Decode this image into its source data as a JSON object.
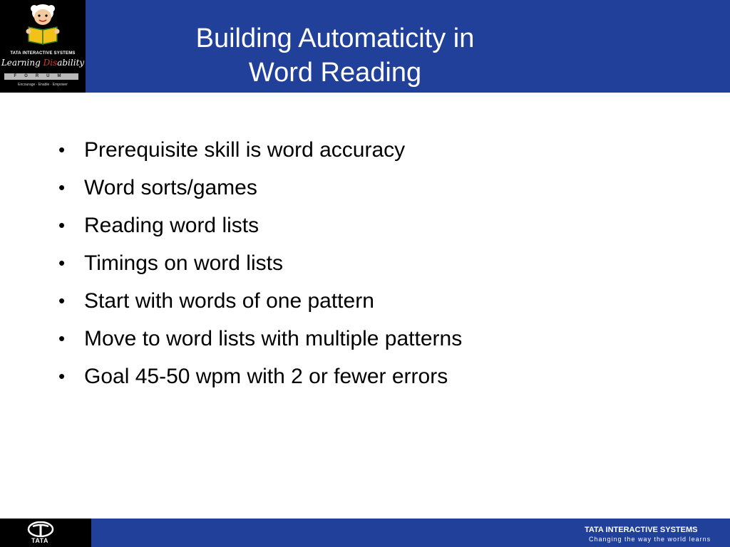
{
  "header": {
    "title_line1": "Building Automaticity in",
    "title_line2": "Word Reading",
    "background_color": "#21409a"
  },
  "logo": {
    "company": "TATA INTERACTIVE SYSTEMS",
    "brand_part1": "Learning ",
    "brand_part2": "Dis",
    "brand_part3": "ability",
    "forum": "FORUM",
    "tagline": "Encourage · Enable · Empower",
    "icon": "child-reading-book-icon"
  },
  "bullets": [
    "Prerequisite skill is word accuracy",
    "Word sorts/games",
    "Reading word lists",
    "Timings on word lists",
    "Start with words of one pattern",
    "Move to word lists with multiple patterns",
    "Goal 45-50 wpm with 2 or fewer errors"
  ],
  "bullet_symbol": "•",
  "footer": {
    "mark_text": "TATA",
    "mark_icon": "tata-logo-icon",
    "company_bold": "TATA",
    "company_rest": " INTERACTIVE SYSTEMS",
    "tagline": "Changing the way the world learns"
  }
}
